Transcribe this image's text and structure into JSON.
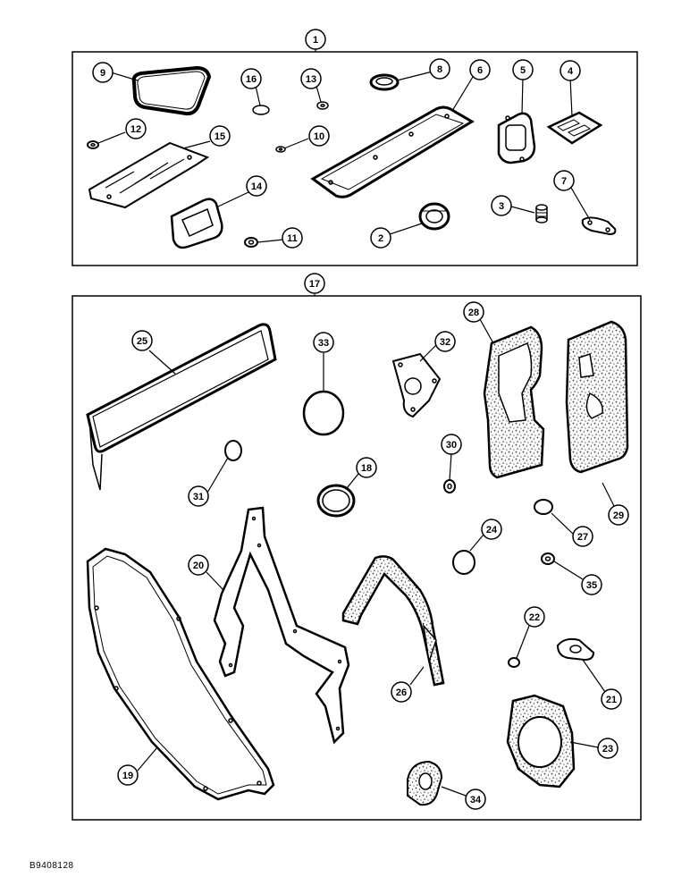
{
  "figure_ref": "B9408128",
  "kits": [
    {
      "label": "1",
      "part": "upper-gasket-kit"
    },
    {
      "label": "17",
      "part": "lower-gasket-kit"
    }
  ],
  "callouts": [
    {
      "label": "9",
      "part": "rectangular-seal"
    },
    {
      "label": "16",
      "part": "small-o-ring"
    },
    {
      "label": "13",
      "part": "small-washer"
    },
    {
      "label": "8",
      "part": "seal-ring"
    },
    {
      "label": "6",
      "part": "long-rectangular-gasket"
    },
    {
      "label": "5",
      "part": "flange-gasket"
    },
    {
      "label": "4",
      "part": "double-port-gasket"
    },
    {
      "label": "12",
      "part": "small-seal"
    },
    {
      "label": "15",
      "part": "manifold-gasket"
    },
    {
      "label": "10",
      "part": "small-washer"
    },
    {
      "label": "14",
      "part": "outlet-gasket"
    },
    {
      "label": "3",
      "part": "grommet"
    },
    {
      "label": "7",
      "part": "small-flange-gasket"
    },
    {
      "label": "2",
      "part": "lip-seal"
    },
    {
      "label": "11",
      "part": "fitting-seal"
    },
    {
      "label": "25",
      "part": "valve-cover-gasket"
    },
    {
      "label": "33",
      "part": "o-ring"
    },
    {
      "label": "32",
      "part": "mounting-gasket"
    },
    {
      "label": "28",
      "part": "cover-gasket"
    },
    {
      "label": "29",
      "part": "cover-gasket"
    },
    {
      "label": "31",
      "part": "o-ring"
    },
    {
      "label": "30",
      "part": "small-seal"
    },
    {
      "label": "18",
      "part": "seal-ring"
    },
    {
      "label": "27",
      "part": "o-ring"
    },
    {
      "label": "24",
      "part": "o-ring"
    },
    {
      "label": "35",
      "part": "small-seal"
    },
    {
      "label": "20",
      "part": "housing-gasket"
    },
    {
      "label": "22",
      "part": "small-o-ring"
    },
    {
      "label": "21",
      "part": "small-flange-gasket"
    },
    {
      "label": "26",
      "part": "rear-cover-gasket"
    },
    {
      "label": "23",
      "part": "round-plate-gasket"
    },
    {
      "label": "19",
      "part": "front-cover-gasket"
    },
    {
      "label": "34",
      "part": "small-plate-gasket"
    }
  ]
}
